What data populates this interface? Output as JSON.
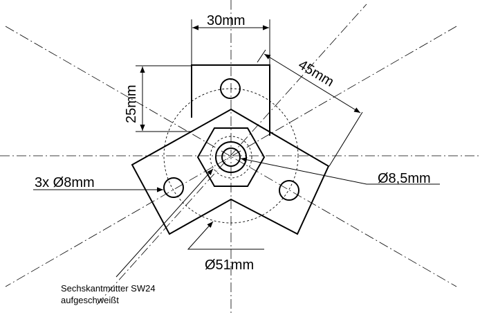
{
  "dimensions": {
    "width_30": "30mm",
    "height_25": "25mm",
    "diag_45": "45mm",
    "holes_3x8": "3x Ø8mm",
    "center_hole": "Ø8,5mm",
    "pitch_circle": "Ø51mm"
  },
  "note": {
    "line1": "Sechskantmutter SW24",
    "line2": "aufgeschweißt"
  }
}
